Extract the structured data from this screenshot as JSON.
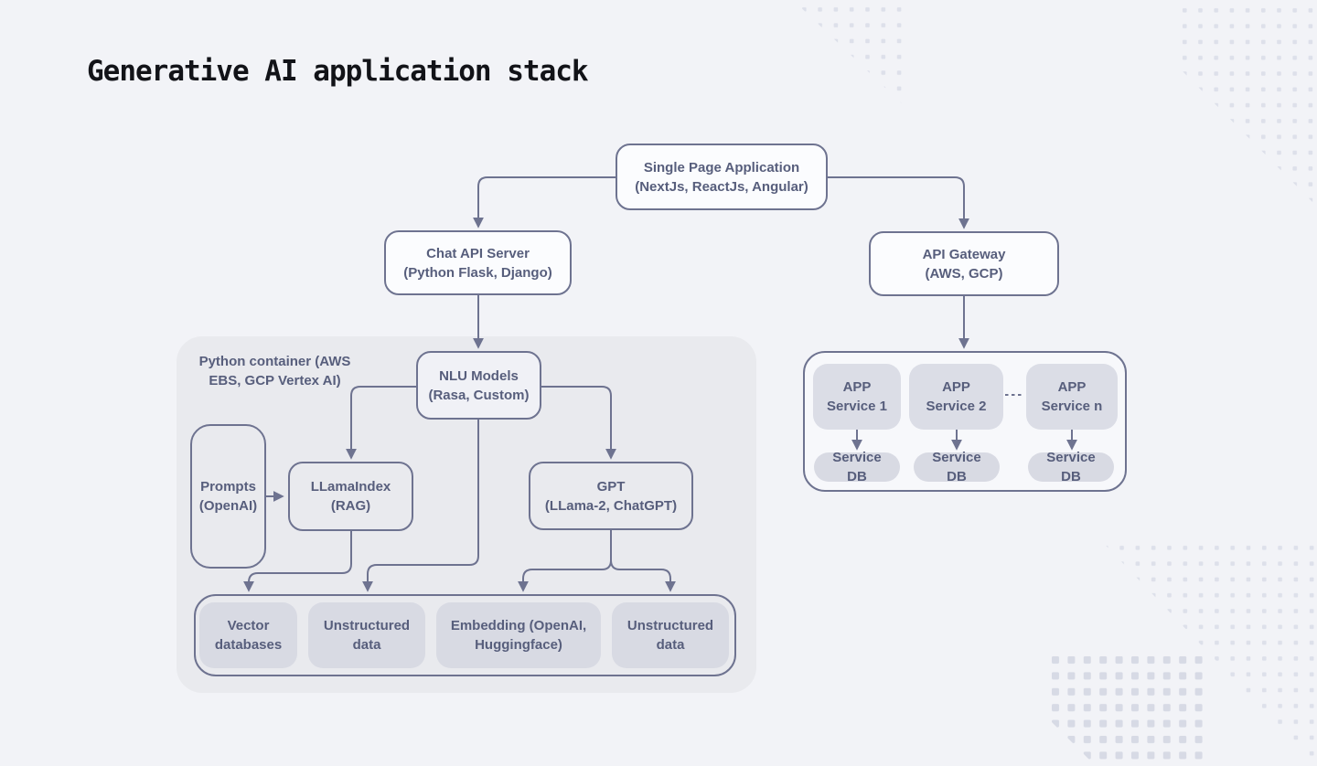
{
  "page": {
    "title": "Generative AI application stack"
  },
  "nodes": {
    "spa": {
      "line1": "Single Page Application",
      "line2": "(NextJs, ReactJs, Angular)"
    },
    "chat_api": {
      "line1": "Chat API Server",
      "line2": "(Python Flask, Django)"
    },
    "api_gateway": {
      "line1": "API Gateway",
      "line2": "(AWS, GCP)"
    },
    "python_container": {
      "line1": "Python container",
      "line2": "(AWS EBS, GCP",
      "line3": "Vertex AI)"
    },
    "nlu": {
      "line1": "NLU Models",
      "line2": "(Rasa, Custom)"
    },
    "prompts": {
      "line1": "Prompts",
      "line2": "(OpenAI)"
    },
    "llamaindex": {
      "line1": "LLamaIndex",
      "line2": "(RAG)"
    },
    "gpt": {
      "line1": "GPT",
      "line2": "(LLama-2, ChatGPT)"
    },
    "data_row": [
      "Vector databases",
      "Unstructured data",
      "Embedding (OpenAI, Huggingface)",
      "Unstructured data"
    ],
    "app_services": [
      "APP Service 1",
      "APP Service 2",
      "APP Service n"
    ],
    "service_db": {
      "db1": "Service DB",
      "db2": "Service DB",
      "db3": "Service DB"
    }
  },
  "edges": [
    "Single Page Application -> Chat API Server",
    "Single Page Application -> API Gateway",
    "Chat API Server -> NLU Models",
    "NLU Models -> LLamaIndex",
    "NLU Models -> GPT",
    "NLU Models -> Unstructured data",
    "Prompts -> LLamaIndex",
    "LLamaIndex -> Vector databases",
    "GPT -> Embedding (OpenAI, Huggingface)",
    "GPT -> Unstructured data",
    "API Gateway -> APP Services",
    "APP Service 1 -> Service DB",
    "APP Service 2 -> Service DB",
    "APP Service n -> Service DB",
    "APP Service 2 -. APP Service n"
  ],
  "colors": {
    "background": "#f2f3f7",
    "container_fill": "#e9eaee",
    "stroke": "#6e7390",
    "text": "#575e7c",
    "node_fill_white": "#fbfcfe",
    "chip_fill": "#dbdde6",
    "pill_fill": "#d8dae3",
    "title": "#121318",
    "dots_small": "#dde0ea",
    "dots_large": "#d7dae5"
  }
}
